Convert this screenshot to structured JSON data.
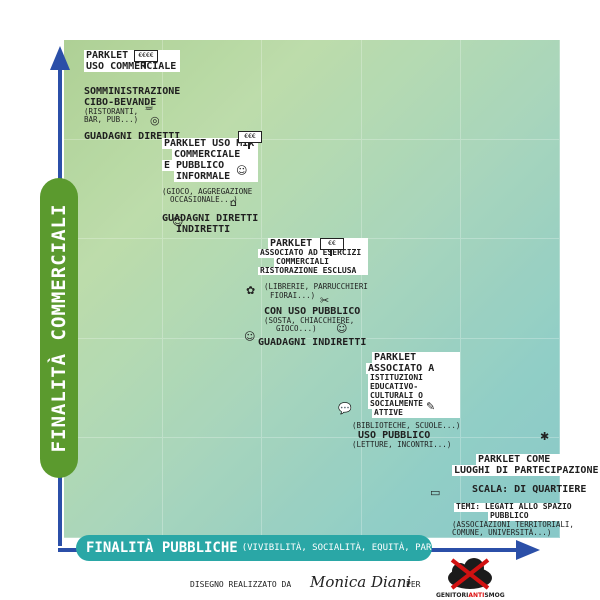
{
  "axes": {
    "y_label": "FINALITÀ COMMERCIALI",
    "x_label": "FINALITÀ PUBBLICHE",
    "x_sublabel": "(VIVIBILITÀ, SOCIALITÀ, EQUITÀ, PARTECIPAZIONE)"
  },
  "blocks": [
    {
      "title": [
        "PARKLET",
        "USO COMMERCIALE"
      ],
      "body": [
        "SOMMINISTRAZIONE",
        "CIBO-BEVANDE"
      ],
      "note": [
        "(RISTORANTI,",
        "BAR, PUB...)"
      ],
      "gain": "GUADAGNI DIRETTI",
      "sign": "€€€€"
    },
    {
      "title": [
        "PARKLET USO MIX",
        "COMMERCIALE",
        "E PUBBLICO",
        "INFORMALE"
      ],
      "note": [
        "(GIOCO, AGGREGAZIONE",
        "OCCASIONALE...)"
      ],
      "gain": [
        "GUADAGNI DIRETTI",
        "INDIRETTI"
      ],
      "sign": "€€€"
    },
    {
      "title": [
        "PARKLET",
        "ASSOCIATO AD ESERCIZI",
        "COMMERCIALI",
        "RISTORAZIONE ESCLUSA"
      ],
      "note": [
        "(LIBRERIE, PARRUCCHIERI",
        "FIORAI...)"
      ],
      "body": [
        "CON USO PUBBLICO"
      ],
      "note2": [
        "(SOSTA, CHIACCHIERE,",
        "GIOCO...)"
      ],
      "gain": "GUADAGNI INDIRETTI",
      "sign": "€€"
    },
    {
      "title": [
        "PARKLET",
        "ASSOCIATO A",
        "ISTITUZIONI",
        "EDUCATIVO-",
        "CULTURALI O",
        "SOCIALMENTE",
        "ATTIVE"
      ],
      "note": [
        "(BIBLIOTECHE, SCUOLE...)"
      ],
      "body": [
        "USO PUBBLICO"
      ],
      "note2": [
        "(LETTURE, INCONTRI...)"
      ]
    },
    {
      "title": [
        "PARKLET COME",
        "LUOGHI DI PARTECIPAZIONE"
      ],
      "body": [
        "SCALA: DI QUARTIERE"
      ],
      "body2": [
        "TEMI: LEGATI ALLO SPAZIO",
        "PUBBLICO"
      ],
      "note": [
        "(ASSOCIAZIONI TERRITORIALI,",
        "COMUNE, UNIVERSITÀ...)"
      ]
    }
  ],
  "credit": {
    "prefix": "DISEGNO REALIZZATO DA",
    "name": "Monica Diani",
    "suffix": "PER",
    "logo_a": "GENITORI",
    "logo_b": "ANTI",
    "logo_c": "SMOG"
  },
  "colors": {
    "axis": "#2b4fa8",
    "y_pill": "#5b9a2e",
    "x_pill": "#2aa7a6",
    "logo_red": "#d11111"
  }
}
